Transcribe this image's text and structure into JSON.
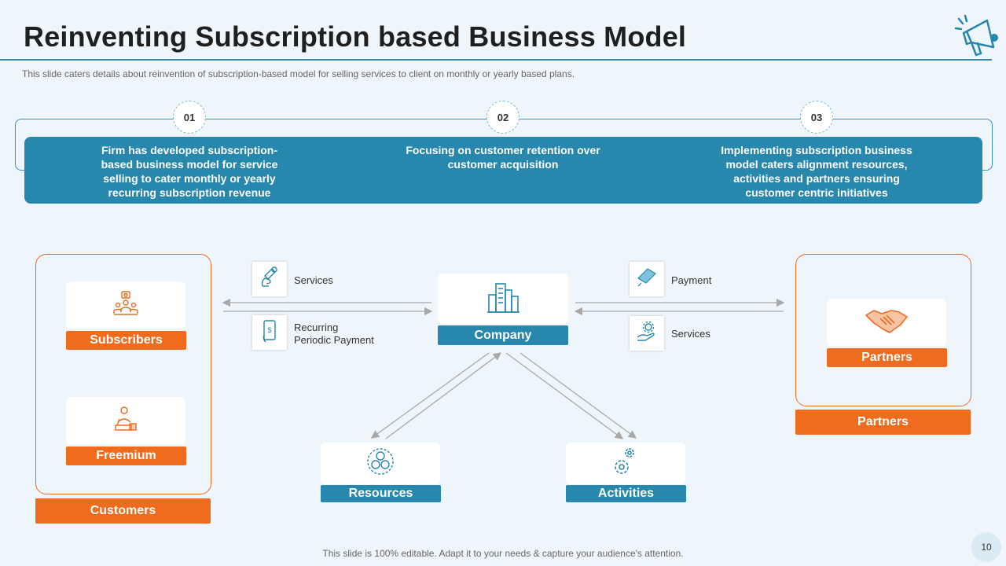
{
  "header": {
    "title": "Reinventing Subscription based Business Model",
    "subtitle": "This slide caters details about reinvention  of subscription-based model for selling services to client on monthly or yearly based plans."
  },
  "steps": [
    {
      "number": "01",
      "text": "Firm has developed subscription-based business model for service selling to cater monthly  or yearly recurring subscription revenue"
    },
    {
      "number": "02",
      "text": "Focusing on customer retention over customer acquisition"
    },
    {
      "number": "03",
      "text": "Implementing subscription business model caters alignment resources, activities and partners ensuring customer centric initiatives"
    }
  ],
  "diagram": {
    "customers": {
      "group_label": "Customers",
      "items": [
        {
          "label": "Subscribers",
          "icon": "people-group-icon"
        },
        {
          "label": "Freemium",
          "icon": "person-desk-icon"
        }
      ]
    },
    "company": {
      "label": "Company",
      "icon": "buildings-icon"
    },
    "left_flows": [
      {
        "label": "Services",
        "icon": "hand-wrench-icon"
      },
      {
        "label_line1": "Recurring",
        "label_line2": "Periodic Payment",
        "icon": "phone-payment-icon"
      }
    ],
    "right_flows": [
      {
        "label": "Payment",
        "icon": "card-payment-icon"
      },
      {
        "label": "Services",
        "icon": "hand-gear-icon"
      }
    ],
    "partners": {
      "inner_label": "Partners",
      "group_label": "Partners",
      "icon": "handshake-icon"
    },
    "resources": {
      "label": "Resources",
      "icon": "resources-coins-icon"
    },
    "activities": {
      "label": "Activities",
      "icon": "gears-icon"
    }
  },
  "footer": {
    "note": "This slide is 100% editable. Adapt it to your needs & capture your audience's attention.",
    "page_number": "10"
  },
  "colors": {
    "accent_blue": "#2787ad",
    "accent_orange": "#ef6b1e",
    "background": "#eef6fb"
  }
}
